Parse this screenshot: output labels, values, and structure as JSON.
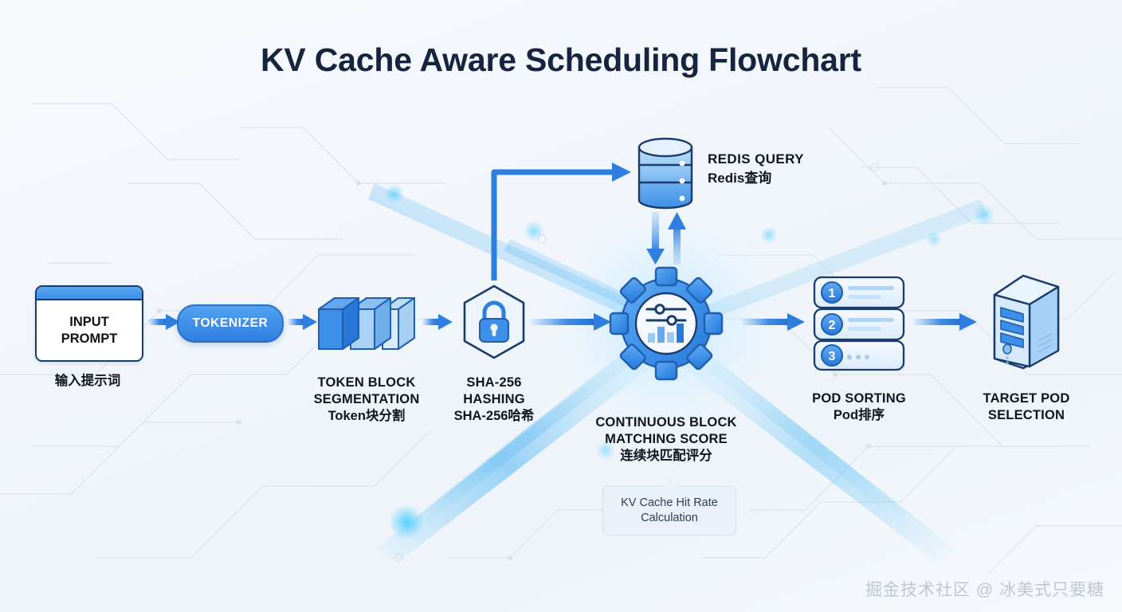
{
  "page": {
    "title": "KV Cache Aware Scheduling Flowchart",
    "watermark": "掘金技术社区 @ 冰美式只要糖",
    "accent_color": "#2f7fe0",
    "title_color": "#16243f",
    "background_color": "#f2f6fb"
  },
  "nodes": {
    "input_prompt": {
      "line1": "INPUT",
      "line2": "PROMPT",
      "caption_zh": "输入提示词"
    },
    "tokenizer": {
      "label": "TOKENIZER"
    },
    "token_block": {
      "caption_en_line1": "TOKEN BLOCK",
      "caption_en_line2": "SEGMENTATION",
      "caption_zh": "Token块分割",
      "block_count": 3
    },
    "sha256": {
      "caption_en_line1": "SHA-256",
      "caption_en_line2": "HASHING",
      "caption_zh": "SHA-256哈希"
    },
    "redis": {
      "label_en": "REDIS QUERY",
      "label_zh": "Redis查询"
    },
    "scoring": {
      "caption_en_line1": "CONTINUOUS BLOCK",
      "caption_en_line2": "MATCHING SCORE",
      "caption_zh": "连续块匹配评分",
      "tooltip_line1": "KV Cache Hit Rate",
      "tooltip_line2": "Calculation"
    },
    "pod_sorting": {
      "caption_en": "POD SORTING",
      "caption_zh": "Pod排序",
      "items": [
        "1",
        "2",
        "3"
      ]
    },
    "target_pod": {
      "caption_en_line1": "TARGET POD",
      "caption_en_line2": "SELECTION"
    }
  },
  "icons": {
    "input_prompt": "window-card-icon",
    "tokenizer": "pill-button-icon",
    "token_block": "cube-stack-icon",
    "sha256": "hexagon-lock-icon",
    "redis": "database-cylinder-icon",
    "scoring": "gear-analytics-icon",
    "pod_sorting": "stacked-cards-icon",
    "target_pod": "server-tower-icon",
    "flow_arrow": "arrow-right-icon",
    "query_arrow": "arrow-down-icon",
    "response_arrow": "arrow-up-icon",
    "elbow_connector": "elbow-arrow-icon"
  }
}
